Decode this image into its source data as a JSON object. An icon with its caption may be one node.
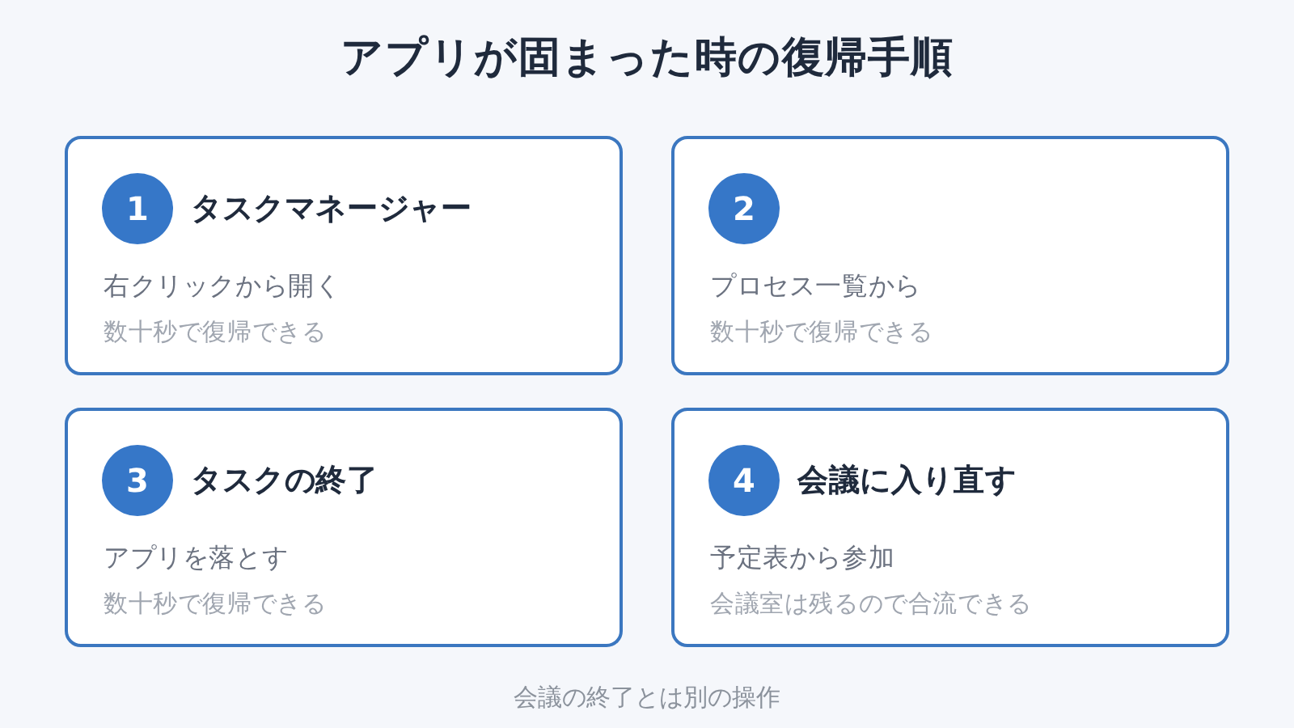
{
  "diagram": {
    "title": "アプリが固まった時の復帰手順",
    "caption": "会議の終了とは別の操作",
    "nodes": [
      {
        "text": [
          "タスクマネージャー",
          "右クリックから開く",
          "数十秒で復帰できる"
        ]
      },
      {
        "text": [
          "1"
        ],
        "in": 0
      },
      {
        "text": [
          "プロセス一覧から",
          "数十秒で復帰できる"
        ]
      },
      {
        "text": [
          "2"
        ],
        "in": 2
      },
      {
        "text": [
          "タスクの終了",
          "アプリを落とす",
          "数十秒で復帰できる"
        ]
      },
      {
        "text": [
          "3"
        ],
        "in": 4
      },
      {
        "text": [
          "会議に入り直す",
          "予定表から参加",
          "会議室は残るので合流できる"
        ]
      },
      {
        "text": [
          "4"
        ],
        "in": 6
      }
    ]
  }
}
